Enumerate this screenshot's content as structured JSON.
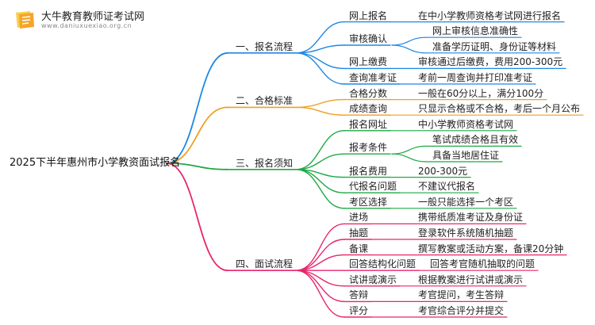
{
  "brand": {
    "title": "大牛教育教师证考试网",
    "url": "www.daniuxuexiao.org.cn",
    "colors": {
      "orange": "#f4a62a",
      "yellow": "#f9cf4a"
    }
  },
  "root": "2025下半年惠州市小学教资面试报名",
  "colors": {
    "blue": "#1e88e5",
    "orange": "#f0a020",
    "green": "#1fa845",
    "pink": "#e8266d"
  },
  "branches": [
    {
      "label": "一、报名流程",
      "color": "blue",
      "items": [
        {
          "label": "网上报名",
          "details": [
            "在中小学教师资格考试网进行报名"
          ]
        },
        {
          "label": "审核确认",
          "details": [
            "网上审核信息准确性",
            "准备学历证明、身份证等材料"
          ]
        },
        {
          "label": "网上缴费",
          "details": [
            "审核通过后缴费，费用200-300元"
          ]
        },
        {
          "label": "查询准考证",
          "details": [
            "考前一周查询并打印准考证"
          ]
        }
      ]
    },
    {
      "label": "二、合格标准",
      "color": "orange",
      "items": [
        {
          "label": "合格分数",
          "details": [
            "一般在60分以上，满分100分"
          ]
        },
        {
          "label": "成绩查询",
          "details": [
            "只显示合格或不合格，考后一个月公布"
          ]
        }
      ]
    },
    {
      "label": "三、报名须知",
      "color": "green",
      "items": [
        {
          "label": "报名网址",
          "details": [
            "中小学教师资格考试网"
          ]
        },
        {
          "label": "报考条件",
          "details": [
            "笔试成绩合格且有效",
            "具备当地居住证"
          ]
        },
        {
          "label": "报名费用",
          "details": [
            "200-300元"
          ]
        },
        {
          "label": "代报名问题",
          "details": [
            "不建议代报名"
          ]
        },
        {
          "label": "考区选择",
          "details": [
            "一般只能选择一个考区"
          ]
        }
      ]
    },
    {
      "label": "四、面试流程",
      "color": "pink",
      "items": [
        {
          "label": "进场",
          "details": [
            "携带纸质准考证及身份证"
          ]
        },
        {
          "label": "抽题",
          "details": [
            "登录软件系统随机抽题"
          ]
        },
        {
          "label": "备课",
          "details": [
            "撰写教案或活动方案，备课20分钟"
          ]
        },
        {
          "label": "回答结构化问题",
          "details": [
            "回答考官随机抽取的问题"
          ]
        },
        {
          "label": "试讲或演示",
          "details": [
            "根据教案进行试讲或演示"
          ]
        },
        {
          "label": "答辩",
          "details": [
            "考官提问，考生答辩"
          ]
        },
        {
          "label": "评分",
          "details": [
            "考官综合评分并提交"
          ]
        }
      ]
    }
  ]
}
